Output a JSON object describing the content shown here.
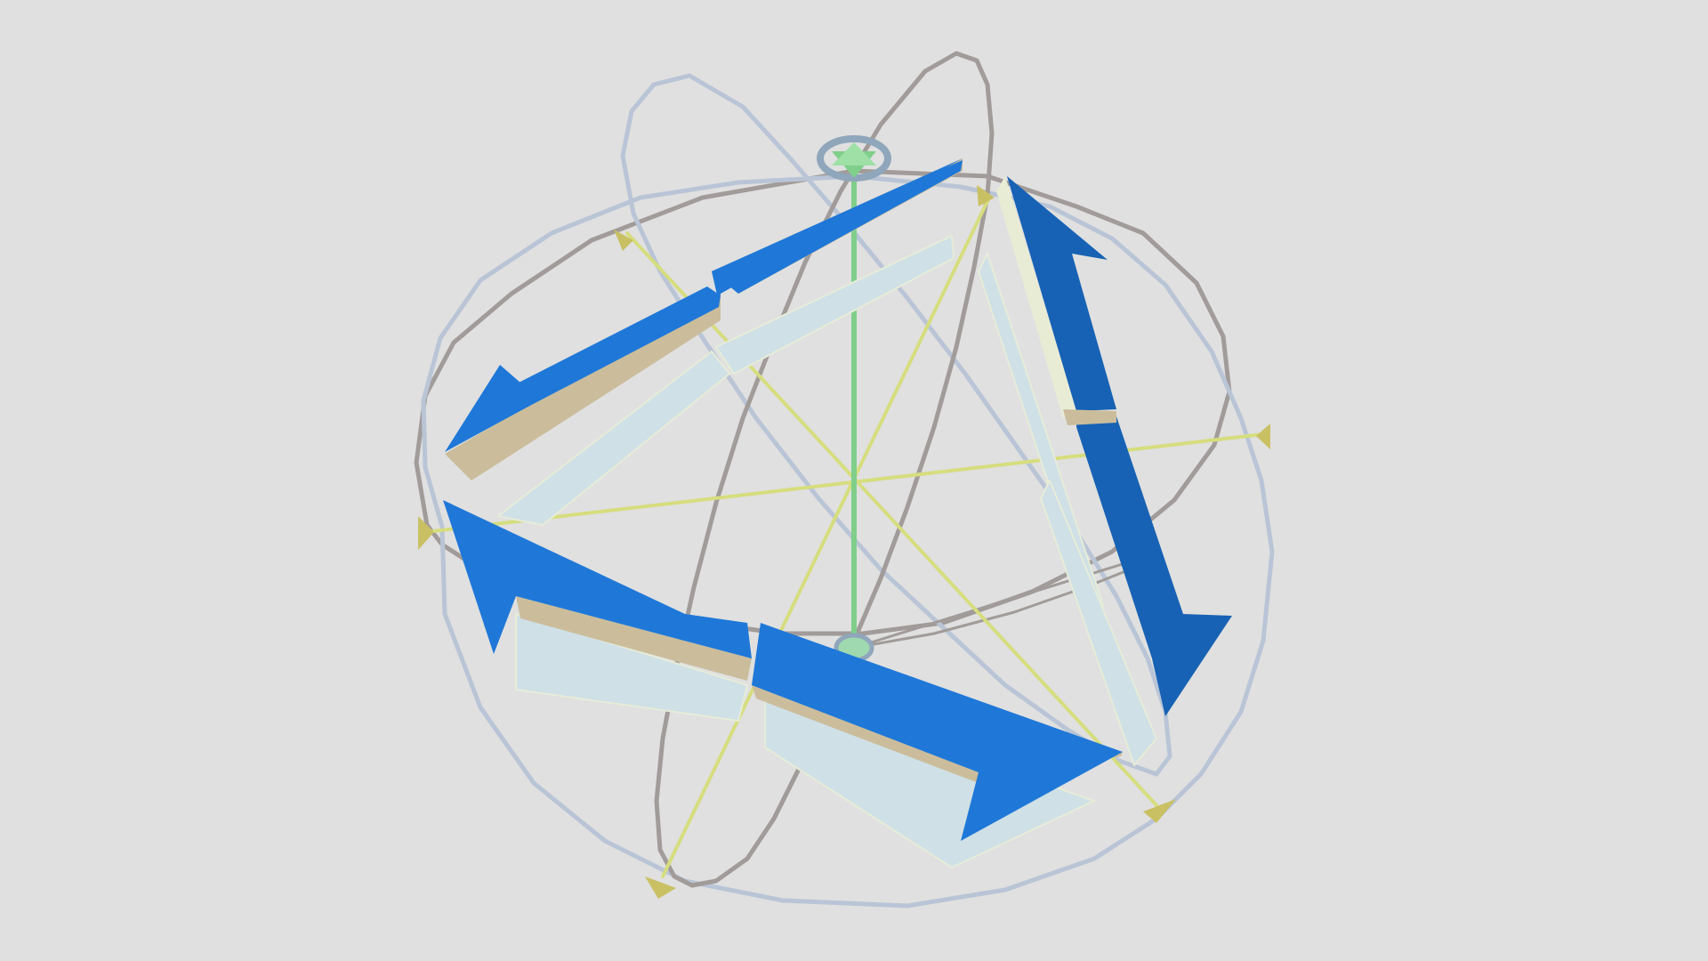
{
  "scene": {
    "background_color": "#e0e0e0",
    "model": "wireframe-sphere-with-triangular-arrow-cycle",
    "colors": {
      "arrow_blue": "#1f78d8",
      "arrow_blue_dark": "#1762b4",
      "arrow_side": "#cbbd9c",
      "arrow_shadow": "#cfe0e6",
      "ring_grey": "#a19b99",
      "ring_blue_grey": "#b9c5d6",
      "axis_yellow": "#d6dd7e",
      "axis_green": "#7fcf8a",
      "pole_ring": "#8fa6bb"
    },
    "arrows": [
      {
        "name": "top-left-arrow",
        "direction": "toward-left"
      },
      {
        "name": "right-arrow",
        "direction": "downward"
      },
      {
        "name": "bottom-arrow",
        "direction": "toward-right"
      }
    ]
  }
}
